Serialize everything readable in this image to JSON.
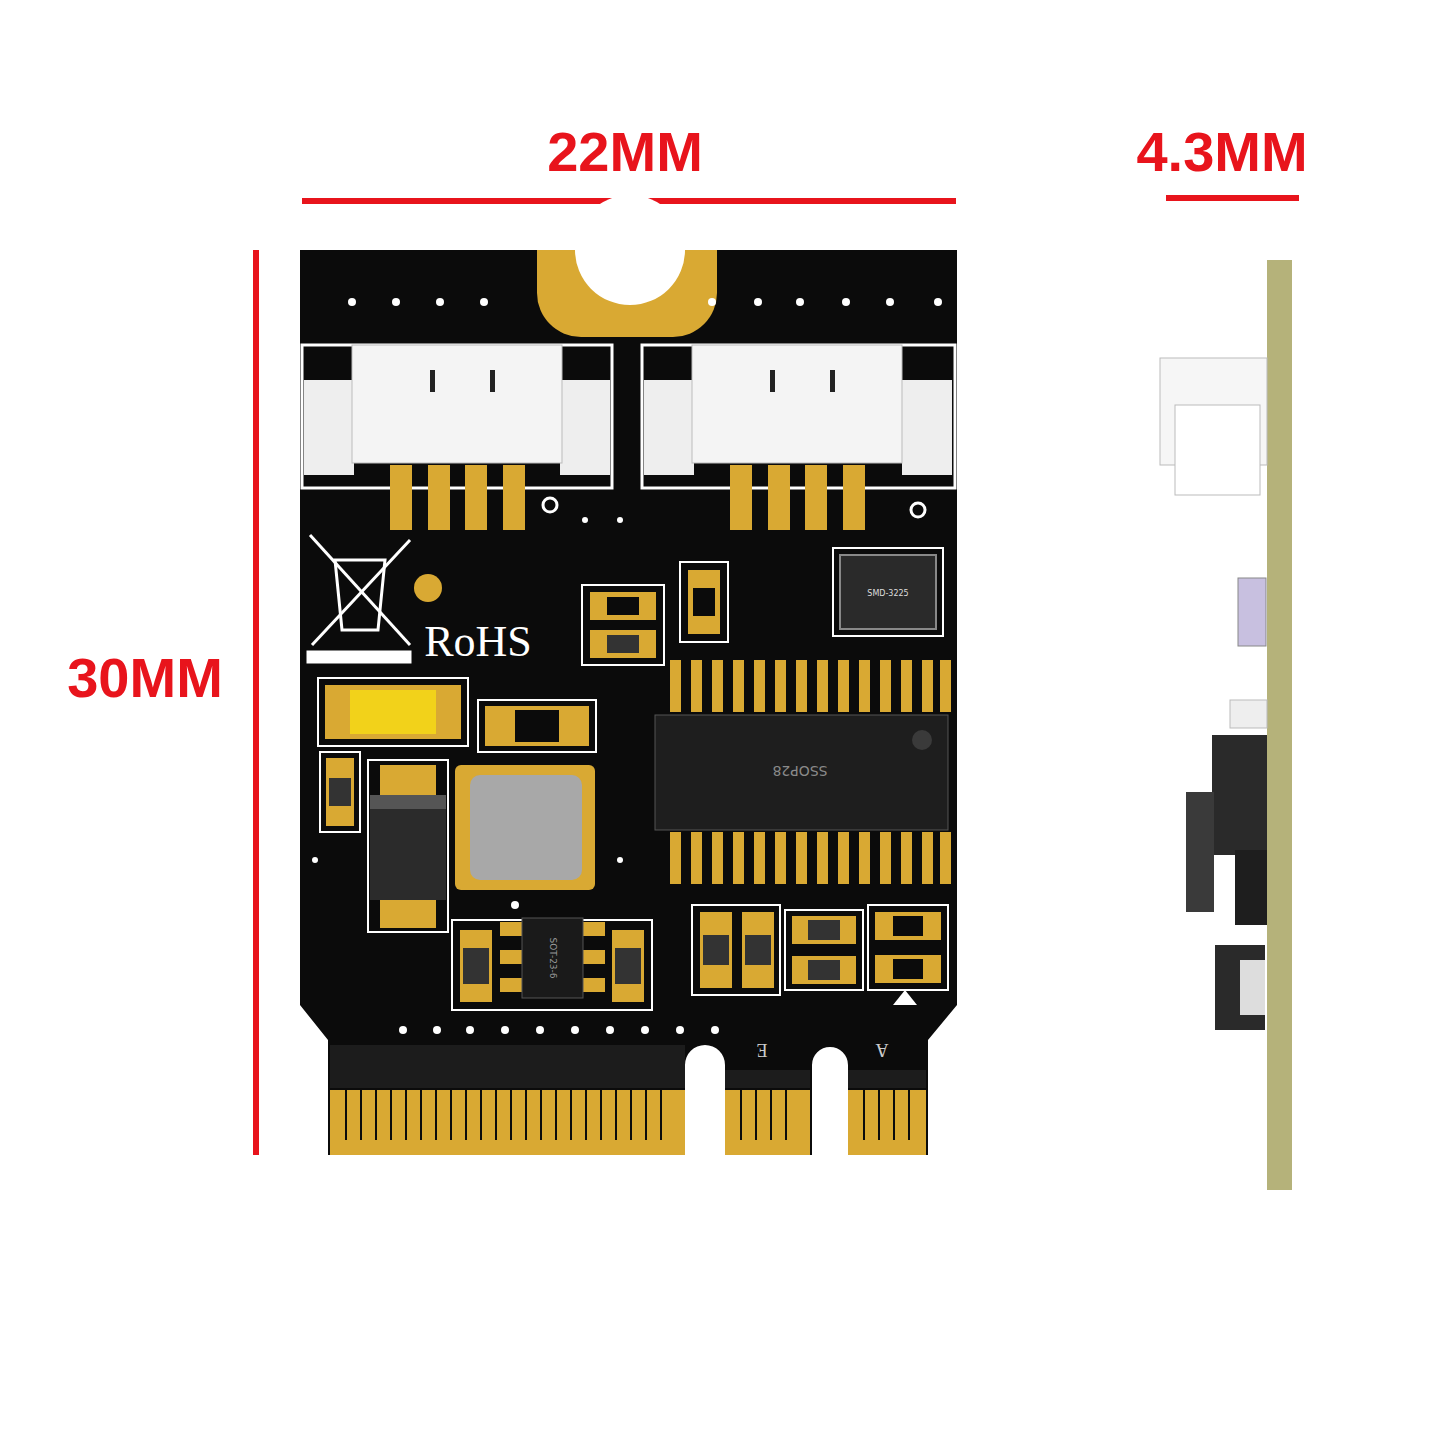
{
  "diagram": {
    "labels": [
      "22MM",
      "4.3MM",
      "30MM",
      "RoHS",
      "SMD-3225",
      "SSOP28",
      "SOT-23-6",
      "E",
      "A"
    ]
  }
}
